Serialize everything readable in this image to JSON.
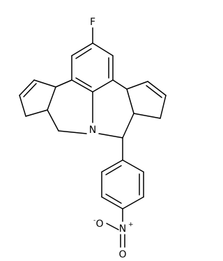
{
  "molecule": {
    "atoms": {
      "fluorine": "F",
      "nitrogen_ring": "N",
      "nitro_nitrogen": "N",
      "nitro_oxygen_top": "O",
      "nitro_oxygen_bottom": "O"
    },
    "charges": {
      "nitro_nitrogen": "+",
      "nitro_oxygen_top": "-"
    }
  },
  "colors": {
    "bond": "#000000",
    "label": "#000000",
    "background": "#ffffff"
  }
}
